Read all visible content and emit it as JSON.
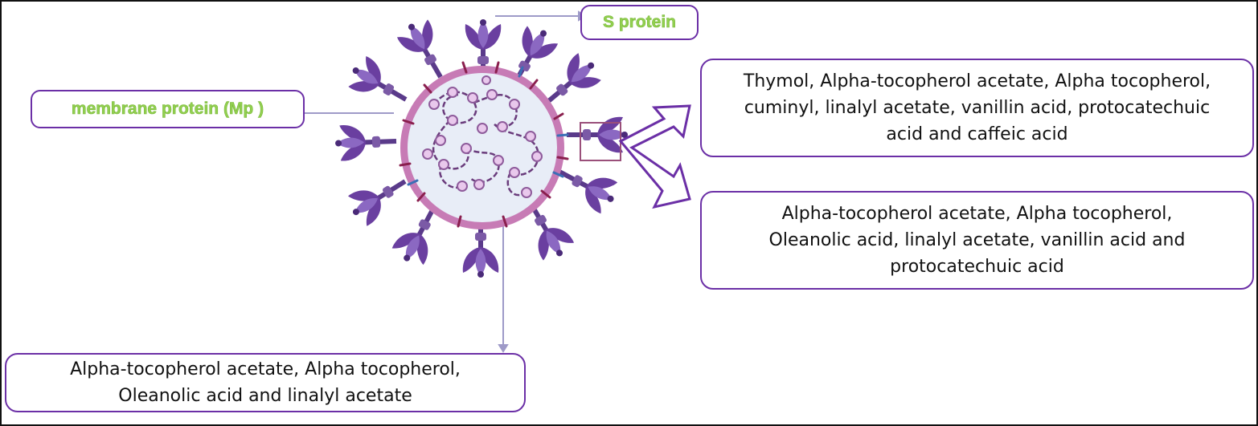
{
  "labels": {
    "s_protein": "S protein",
    "membrane_protein": "membrane protein (Mp )"
  },
  "compound_boxes": {
    "top_right": {
      "lines": [
        "Thymol, Alpha-tocopherol acetate, Alpha tocopherol,",
        "cuminyl, linalyl acetate, vanillin acid, protocatechuic",
        "acid and caffeic acid"
      ]
    },
    "middle_right": {
      "lines": [
        "Alpha-tocopherol acetate, Alpha tocopherol,",
        "Oleanolic acid, linalyl acetate, vanillin acid and",
        "protocatechuic acid"
      ]
    },
    "bottom_left": {
      "lines": [
        "Alpha-tocopherol acetate, Alpha tocopherol,",
        "Oleanolic acid and linalyl acetate"
      ]
    }
  },
  "colors": {
    "box_border": "#6b2fa6",
    "label_text": "#92d050",
    "connector": "#9e9ac8",
    "spike": "#6a3fa0",
    "envelope": "#c77bb5",
    "virus_core": "#e8edf7"
  },
  "icons": {
    "virus": "coronavirus-illustration",
    "arrow": "double-headed-bent-arrow"
  }
}
